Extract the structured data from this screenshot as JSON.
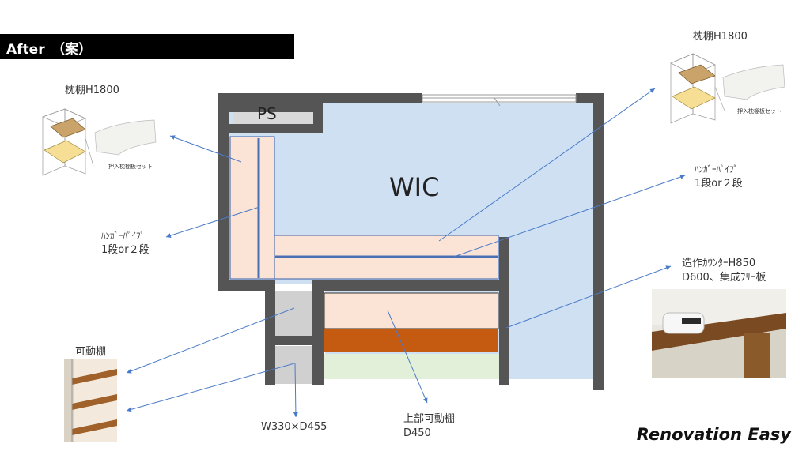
{
  "header": {
    "title": "After　（案）"
  },
  "plan": {
    "room_label": "WIC",
    "ps_label": "PS"
  },
  "annotations": {
    "top_left_shelf": "枕棚H1800",
    "top_right_shelf": "枕棚H1800",
    "shelf_set_caption_left": "押入枕棚板セット",
    "shelf_set_caption_right": "押入枕棚板セット",
    "left_pipe_line1": "ﾊﾝｶﾞｰﾊﾟｲﾌﾟ",
    "left_pipe_line2": "1段or２段",
    "right_pipe_line1": "ﾊﾝｶﾞｰﾊﾟｲﾌﾟ",
    "right_pipe_line2": "1段or２段",
    "counter_line1": "造作ｶｳﾝﾀｰH850",
    "counter_line2": "D600、集成ﾌﾘｰ板",
    "movable_shelf": "可動棚",
    "size_label": "W330×D455",
    "upper_shelf_line1": "上部可動棚",
    "upper_shelf_line2": "D450"
  },
  "brand": {
    "name": "Renovation Easy"
  },
  "colors": {
    "wall": "#555555",
    "room_fill": "#cfe0f3",
    "shelf_fill": "#fbe4d6",
    "pipe": "#4a6fb5",
    "counter": "#c55a11",
    "lower_fill": "#e2efd9",
    "arrow": "#4a7bc8"
  },
  "icons": {
    "shelf_diagram": "shelf-board-illustration-icon",
    "rice_cooker_photo": "counter-photo",
    "shelf_photo": "movable-shelf-photo"
  }
}
